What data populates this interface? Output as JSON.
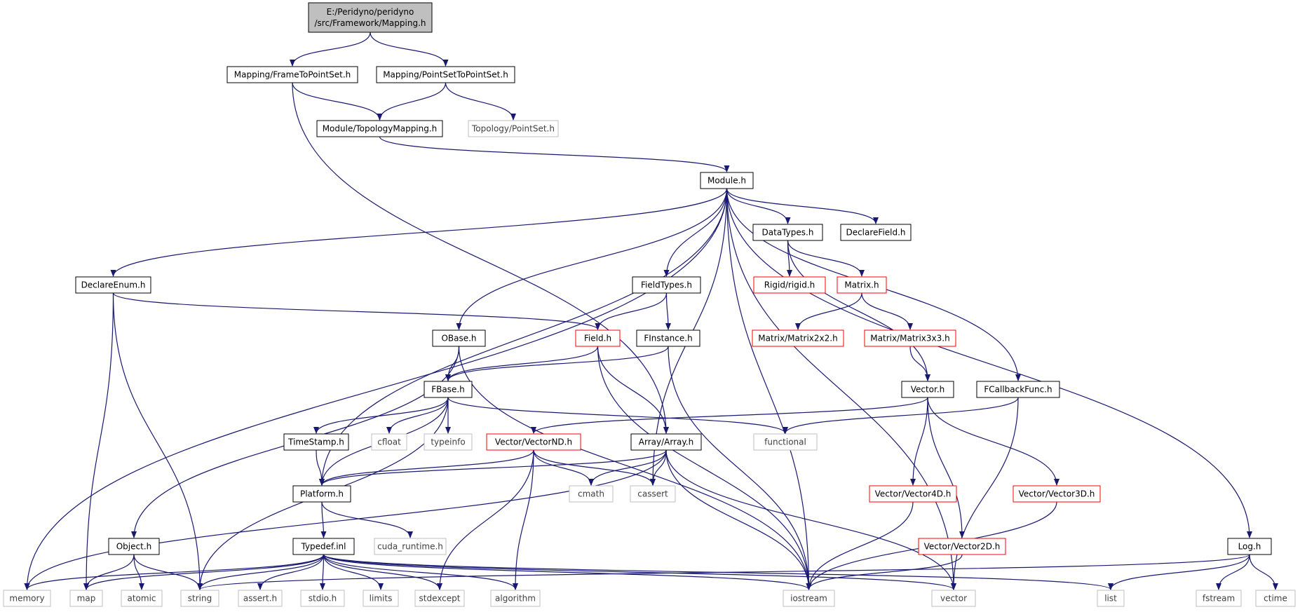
{
  "colors": {
    "edge": "#191970",
    "border_normal": "#000000",
    "border_truncated": "#ff0000",
    "border_external": "#bfbfbf",
    "fill_root": "#bfbfbf",
    "fill_default": "#ffffff",
    "text_normal": "#000000",
    "text_external": "#404040"
  },
  "nodes": [
    {
      "id": "root",
      "kind": "root",
      "lines": [
        "E:/Peridyno/peridyno",
        "/src/Framework/Mapping.h"
      ]
    },
    {
      "id": "frame2ps",
      "kind": "normal",
      "lines": [
        "Mapping/FrameToPointSet.h"
      ]
    },
    {
      "id": "ps2ps",
      "kind": "normal",
      "lines": [
        "Mapping/PointSetToPointSet.h"
      ]
    },
    {
      "id": "topomap",
      "kind": "normal",
      "lines": [
        "Module/TopologyMapping.h"
      ]
    },
    {
      "id": "pointset",
      "kind": "external",
      "lines": [
        "Topology/PointSet.h"
      ]
    },
    {
      "id": "module",
      "kind": "normal",
      "lines": [
        "Module.h"
      ]
    },
    {
      "id": "datatypes",
      "kind": "normal",
      "lines": [
        "DataTypes.h"
      ]
    },
    {
      "id": "declarefield",
      "kind": "normal",
      "lines": [
        "DeclareField.h"
      ]
    },
    {
      "id": "declareenum",
      "kind": "normal",
      "lines": [
        "DeclareEnum.h"
      ]
    },
    {
      "id": "fieldtypes",
      "kind": "normal",
      "lines": [
        "FieldTypes.h"
      ]
    },
    {
      "id": "rigid",
      "kind": "truncated",
      "lines": [
        "Rigid/rigid.h"
      ]
    },
    {
      "id": "matrix",
      "kind": "truncated",
      "lines": [
        "Matrix.h"
      ]
    },
    {
      "id": "obase",
      "kind": "normal",
      "lines": [
        "OBase.h"
      ]
    },
    {
      "id": "field",
      "kind": "truncated",
      "lines": [
        "Field.h"
      ]
    },
    {
      "id": "finstance",
      "kind": "normal",
      "lines": [
        "FInstance.h"
      ]
    },
    {
      "id": "mat2x2",
      "kind": "truncated",
      "lines": [
        "Matrix/Matrix2x2.h"
      ]
    },
    {
      "id": "mat3x3",
      "kind": "truncated",
      "lines": [
        "Matrix/Matrix3x3.h"
      ]
    },
    {
      "id": "fbase",
      "kind": "normal",
      "lines": [
        "FBase.h"
      ]
    },
    {
      "id": "vector",
      "kind": "normal",
      "lines": [
        "Vector.h"
      ]
    },
    {
      "id": "fcallback",
      "kind": "normal",
      "lines": [
        "FCallbackFunc.h"
      ]
    },
    {
      "id": "timestamp",
      "kind": "normal",
      "lines": [
        "TimeStamp.h"
      ]
    },
    {
      "id": "cfloat",
      "kind": "external",
      "lines": [
        "cfloat"
      ]
    },
    {
      "id": "typeinfo",
      "kind": "external",
      "lines": [
        "typeinfo"
      ]
    },
    {
      "id": "vectornd",
      "kind": "truncated",
      "lines": [
        "Vector/VectorND.h"
      ]
    },
    {
      "id": "array",
      "kind": "normal",
      "lines": [
        "Array/Array.h"
      ]
    },
    {
      "id": "functional",
      "kind": "external",
      "lines": [
        "functional"
      ]
    },
    {
      "id": "platform",
      "kind": "normal",
      "lines": [
        "Platform.h"
      ]
    },
    {
      "id": "cmath",
      "kind": "external",
      "lines": [
        "cmath"
      ]
    },
    {
      "id": "cassert",
      "kind": "external",
      "lines": [
        "cassert"
      ]
    },
    {
      "id": "vec4d",
      "kind": "truncated",
      "lines": [
        "Vector/Vector4D.h"
      ]
    },
    {
      "id": "vec3d",
      "kind": "truncated",
      "lines": [
        "Vector/Vector3D.h"
      ]
    },
    {
      "id": "object",
      "kind": "normal",
      "lines": [
        "Object.h"
      ]
    },
    {
      "id": "typedef",
      "kind": "normal",
      "lines": [
        "Typedef.inl"
      ]
    },
    {
      "id": "cudart",
      "kind": "external",
      "lines": [
        "cuda_runtime.h"
      ]
    },
    {
      "id": "vec2d",
      "kind": "truncated",
      "lines": [
        "Vector/Vector2D.h"
      ]
    },
    {
      "id": "log",
      "kind": "normal",
      "lines": [
        "Log.h"
      ]
    },
    {
      "id": "memory",
      "kind": "external",
      "lines": [
        "memory"
      ]
    },
    {
      "id": "map",
      "kind": "external",
      "lines": [
        "map"
      ]
    },
    {
      "id": "atomic",
      "kind": "external",
      "lines": [
        "atomic"
      ]
    },
    {
      "id": "string",
      "kind": "external",
      "lines": [
        "string"
      ]
    },
    {
      "id": "asserth",
      "kind": "external",
      "lines": [
        "assert.h"
      ]
    },
    {
      "id": "stdioh",
      "kind": "external",
      "lines": [
        "stdio.h"
      ]
    },
    {
      "id": "limits",
      "kind": "external",
      "lines": [
        "limits"
      ]
    },
    {
      "id": "stdexcept",
      "kind": "external",
      "lines": [
        "stdexcept"
      ]
    },
    {
      "id": "algorithm",
      "kind": "external",
      "lines": [
        "algorithm"
      ]
    },
    {
      "id": "iostream",
      "kind": "external",
      "lines": [
        "iostream"
      ]
    },
    {
      "id": "vectorstd",
      "kind": "external",
      "lines": [
        "vector"
      ]
    },
    {
      "id": "list",
      "kind": "external",
      "lines": [
        "list"
      ]
    },
    {
      "id": "fstream",
      "kind": "external",
      "lines": [
        "fstream"
      ]
    },
    {
      "id": "ctime",
      "kind": "external",
      "lines": [
        "ctime"
      ]
    }
  ],
  "edges": [
    [
      "root",
      "frame2ps"
    ],
    [
      "root",
      "ps2ps"
    ],
    [
      "frame2ps",
      "topomap"
    ],
    [
      "frame2ps",
      "array"
    ],
    [
      "ps2ps",
      "topomap"
    ],
    [
      "ps2ps",
      "pointset"
    ],
    [
      "topomap",
      "module"
    ],
    [
      "module",
      "datatypes"
    ],
    [
      "module",
      "declarefield"
    ],
    [
      "module",
      "declareenum"
    ],
    [
      "module",
      "fieldtypes"
    ],
    [
      "module",
      "obase"
    ],
    [
      "module",
      "platform"
    ],
    [
      "module",
      "cassert"
    ],
    [
      "module",
      "fcallback"
    ],
    [
      "module",
      "log"
    ],
    [
      "module",
      "memory"
    ],
    [
      "module",
      "iostream"
    ],
    [
      "module",
      "vectorstd"
    ],
    [
      "datatypes",
      "rigid"
    ],
    [
      "datatypes",
      "matrix"
    ],
    [
      "datatypes",
      "vector"
    ],
    [
      "matrix",
      "mat2x2"
    ],
    [
      "matrix",
      "mat3x3"
    ],
    [
      "mat3x3",
      "vector"
    ],
    [
      "declareenum",
      "field"
    ],
    [
      "declareenum",
      "map"
    ],
    [
      "declareenum",
      "string"
    ],
    [
      "fieldtypes",
      "field"
    ],
    [
      "fieldtypes",
      "finstance"
    ],
    [
      "field",
      "fbase"
    ],
    [
      "field",
      "array"
    ],
    [
      "field",
      "iostream"
    ],
    [
      "finstance",
      "fbase"
    ],
    [
      "finstance",
      "iostream"
    ],
    [
      "obase",
      "fbase"
    ],
    [
      "obase",
      "object"
    ],
    [
      "obase",
      "iostream"
    ],
    [
      "fbase",
      "timestamp"
    ],
    [
      "fbase",
      "cfloat"
    ],
    [
      "fbase",
      "typeinfo"
    ],
    [
      "fbase",
      "functional"
    ],
    [
      "fbase",
      "platform"
    ],
    [
      "fbase",
      "string"
    ],
    [
      "timestamp",
      "platform"
    ],
    [
      "vector",
      "vectornd"
    ],
    [
      "vector",
      "vec4d"
    ],
    [
      "vector",
      "vec3d"
    ],
    [
      "vector",
      "vec2d"
    ],
    [
      "fcallback",
      "functional"
    ],
    [
      "fcallback",
      "vectorstd"
    ],
    [
      "vectornd",
      "platform"
    ],
    [
      "vectornd",
      "cmath"
    ],
    [
      "vectornd",
      "cassert"
    ],
    [
      "vectornd",
      "stdexcept"
    ],
    [
      "vectornd",
      "algorithm"
    ],
    [
      "array",
      "platform"
    ],
    [
      "array",
      "cmath"
    ],
    [
      "array",
      "cassert"
    ],
    [
      "array",
      "iostream"
    ],
    [
      "array",
      "vectorstd"
    ],
    [
      "array",
      "memory"
    ],
    [
      "vec4d",
      "iostream"
    ],
    [
      "vec3d",
      "iostream"
    ],
    [
      "vec2d",
      "iostream"
    ],
    [
      "platform",
      "typedef"
    ],
    [
      "platform",
      "cudart"
    ],
    [
      "object",
      "map"
    ],
    [
      "object",
      "atomic"
    ],
    [
      "object",
      "string"
    ],
    [
      "typedef",
      "memory"
    ],
    [
      "typedef",
      "map"
    ],
    [
      "typedef",
      "string"
    ],
    [
      "typedef",
      "asserth"
    ],
    [
      "typedef",
      "stdioh"
    ],
    [
      "typedef",
      "limits"
    ],
    [
      "typedef",
      "stdexcept"
    ],
    [
      "typedef",
      "algorithm"
    ],
    [
      "typedef",
      "iostream"
    ],
    [
      "typedef",
      "vectorstd"
    ],
    [
      "typedef",
      "list"
    ],
    [
      "log",
      "string"
    ],
    [
      "log",
      "list"
    ],
    [
      "log",
      "fstream"
    ],
    [
      "log",
      "ctime"
    ]
  ]
}
